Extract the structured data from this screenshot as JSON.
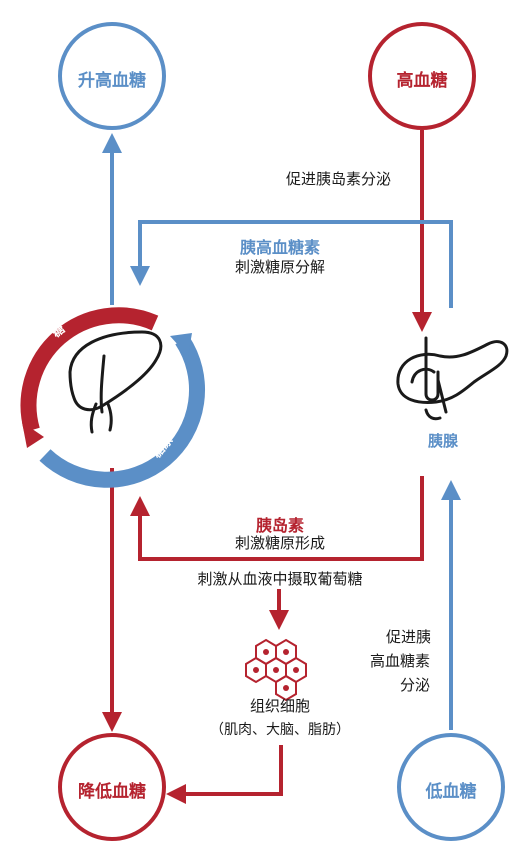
{
  "nodes": {
    "raise_glucose": "升高血糖",
    "high_glucose": "高血糖",
    "lower_glucose": "降低血糖",
    "low_glucose": "低血糖"
  },
  "organs": {
    "liver": "肝脏",
    "pancreas": "胰腺"
  },
  "ring_labels": {
    "sugar": "糖",
    "glycogen": "糖原"
  },
  "tissue": {
    "name": "组织细胞",
    "detail": "（肌肉、大脑、脂肪）"
  },
  "labels": {
    "promote_insulin": "促进胰岛素分泌",
    "glucagon_title": "胰高血糖素",
    "glucagon_action": "刺激糖原分解",
    "insulin_title": "胰岛素",
    "insulin_action": "刺激糖原形成",
    "uptake": "刺激从血液中摄取葡萄糖",
    "promote_glucagon_line1": "促进胰",
    "promote_glucagon_line2": "高血糖素",
    "promote_glucagon_line3": "分泌"
  },
  "colors": {
    "blue": "#5b8fc7",
    "red": "#b5232f"
  },
  "icons": [
    "liver-icon",
    "pancreas-icon",
    "cells-icon"
  ]
}
